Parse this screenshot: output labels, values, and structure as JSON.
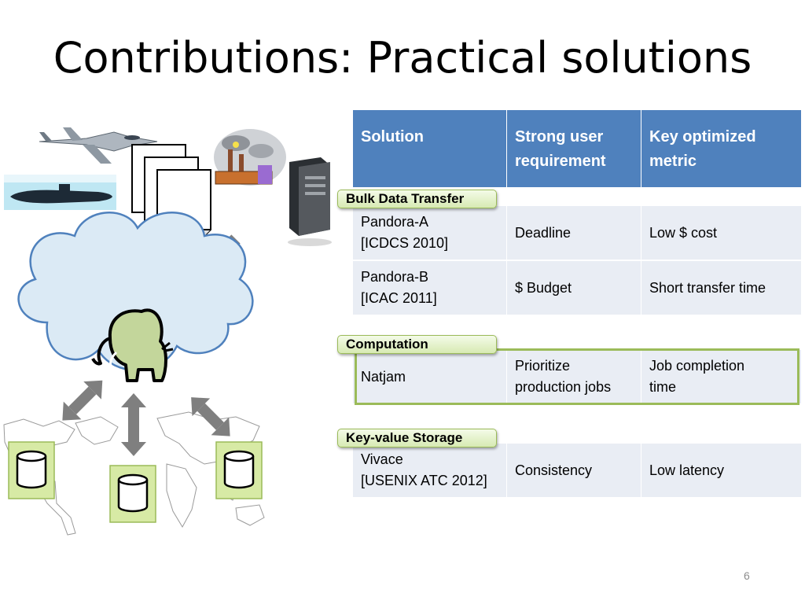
{
  "slide": {
    "title": "Contributions: Practical solutions",
    "page_number": "6"
  },
  "table": {
    "headers": [
      {
        "line1": "Solution",
        "line2": ""
      },
      {
        "line1": "Strong user",
        "line2": "requirement"
      },
      {
        "line1": "Key optimized",
        "line2": "metric"
      }
    ],
    "groups": [
      {
        "label": "Bulk Data Transfer",
        "rows": [
          {
            "solution": "Pandora-A",
            "citation": "[ICDCS 2010]",
            "requirement": "Deadline",
            "metric": "Low $ cost"
          },
          {
            "solution": "Pandora-B",
            "citation": "[ICAC 2011]",
            "requirement": "$ Budget",
            "metric": "Short transfer time"
          }
        ]
      },
      {
        "label": "Computation",
        "rows": [
          {
            "solution": "Natjam",
            "citation": "",
            "requirement_line1": "Prioritize",
            "requirement_line2": "production jobs",
            "metric_line1": "Job completion",
            "metric_line2": "time"
          }
        ]
      },
      {
        "label": "Key-value Storage",
        "rows": [
          {
            "solution": "Vivace",
            "citation": "[USENIX ATC 2012]",
            "requirement": "Consistency",
            "metric": "Low latency"
          }
        ]
      }
    ]
  },
  "colors": {
    "header": "#4f81bd",
    "row": "#e9edf4",
    "tag_border": "#9bbb59",
    "cloud_fill": "#dbeaf5",
    "cloud_stroke": "#4f81bd",
    "elephant": "#c3d69b",
    "db_box": "#d7eaa5",
    "arrow": "#7f7f7f"
  },
  "icons": [
    "fighter-jet-icon",
    "submarine-icon",
    "documents-icon",
    "factory-icon",
    "server-icon",
    "cloud-icon",
    "elephant-icon",
    "database-icon",
    "world-map-icon",
    "arrow-icon"
  ]
}
